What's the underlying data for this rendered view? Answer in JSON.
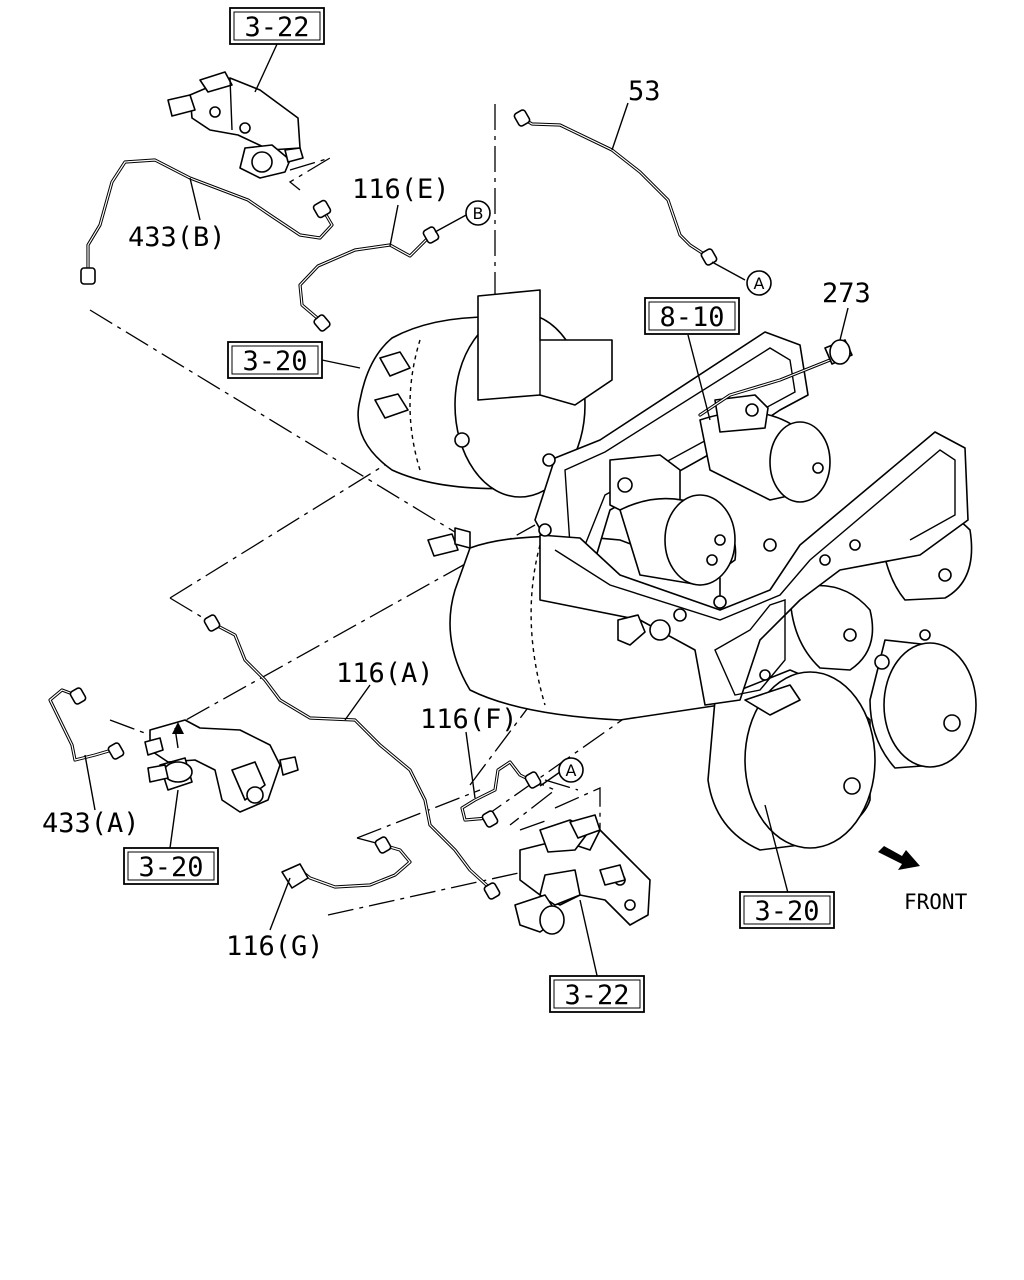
{
  "callouts": {
    "ref_3_22_top": "3-22",
    "ref_3_20_left": "3-20",
    "ref_8_10": "8-10",
    "ref_3_20_bottom_left": "3-20",
    "ref_3_20_bottom_right": "3-20",
    "ref_3_22_bottom": "3-22",
    "part_53": "53",
    "part_116e": "116(E)",
    "part_433b": "433(B)",
    "part_273": "273",
    "part_116a": "116(A)",
    "part_116f": "116(F)",
    "part_433a": "433(A)",
    "part_116g": "116(G)",
    "marker_a_top": "A",
    "marker_b_top": "B",
    "marker_a_bottom": "A",
    "front_label": "FRONT"
  }
}
